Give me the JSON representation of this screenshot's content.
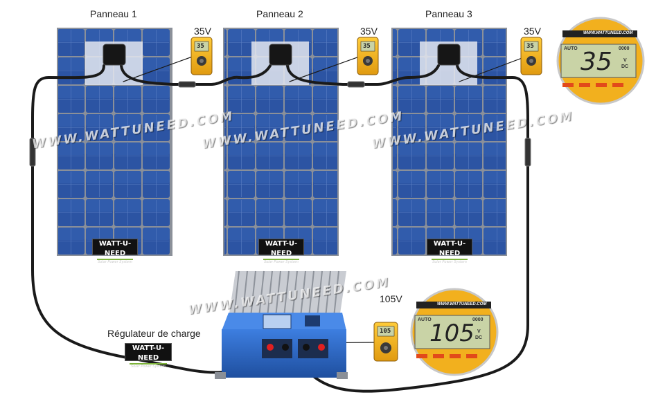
{
  "panels": [
    {
      "label": "Panneau 1",
      "meter_value": "35V",
      "display": "35"
    },
    {
      "label": "Panneau 2",
      "meter_value": "35V",
      "display": "35"
    },
    {
      "label": "Panneau 3",
      "meter_value": "35V",
      "display": "35"
    }
  ],
  "watermark": "WWW.WATTUNEED.COM",
  "brand": {
    "name": "WATT-U-NEED",
    "tagline": "Solar Power System"
  },
  "regulator": {
    "label": "Régulateur de charge",
    "meter_value": "105V",
    "display": "105"
  },
  "zoom_panel": {
    "site": "WWW.WATTUNEED.COM",
    "mode": "AUTO",
    "digits": "0000",
    "value": "35",
    "unit_v": "V",
    "unit_dc": "DC"
  },
  "zoom_regulator": {
    "site": "WWW.WATTUNEED.COM",
    "mode": "AUTO",
    "digits": "0000",
    "value": "105",
    "unit_v": "V",
    "unit_dc": "DC"
  },
  "colors": {
    "panel": "#2a4f9a",
    "panel_frame": "#9aa0a8",
    "cable": "#1a1a1a",
    "regulator": "#2b66c8",
    "meter": "#f2b01e",
    "lcd": "#c9d3a6"
  }
}
